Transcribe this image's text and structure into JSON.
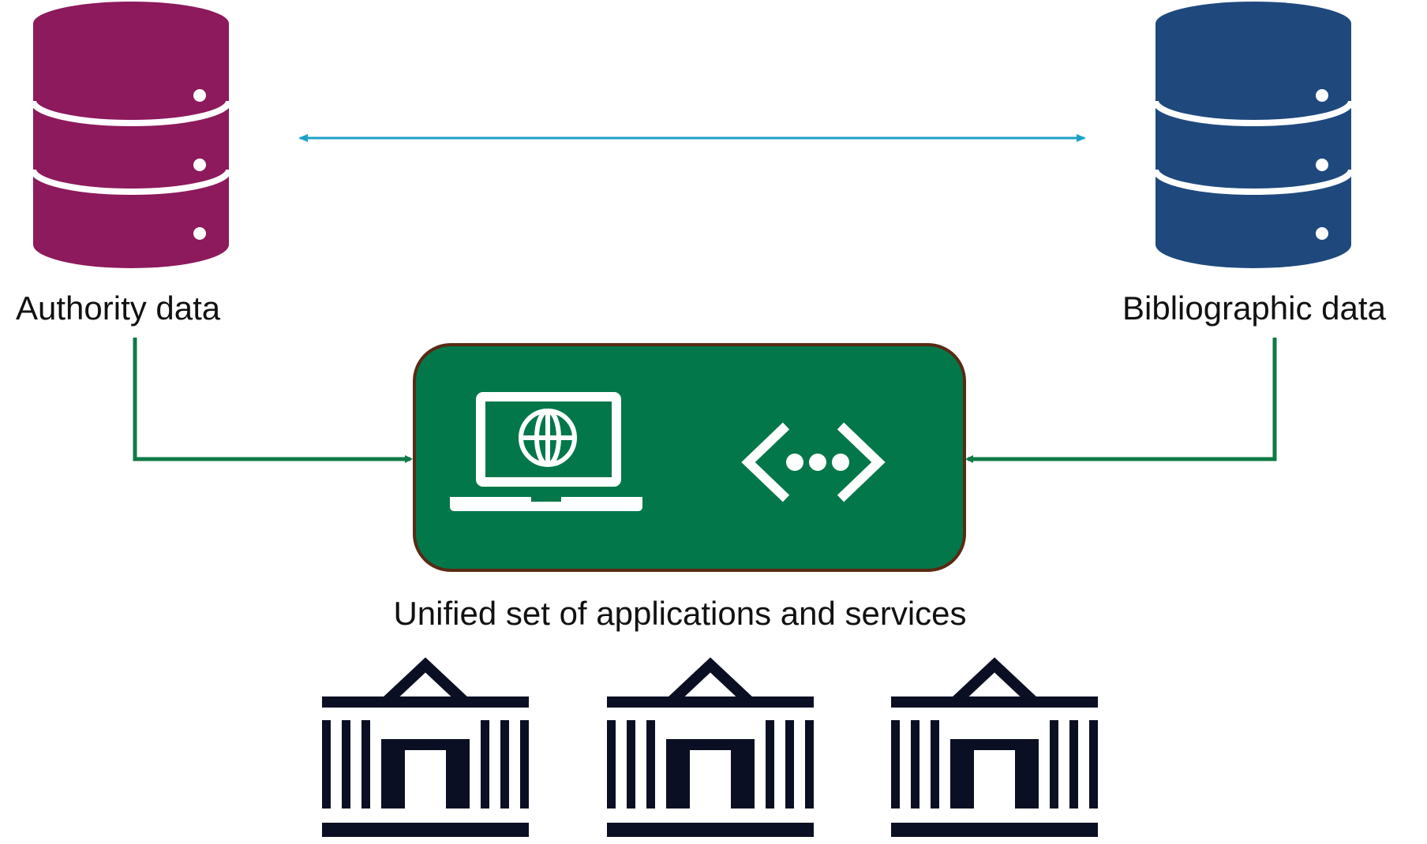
{
  "nodes": {
    "authority": {
      "label": "Authority data",
      "color": "#8c1a5c"
    },
    "bibliographic": {
      "label": "Bibliographic data",
      "color": "#1f497d"
    },
    "services": {
      "label": "Unified set of applications and services",
      "fill": "#02774a",
      "border": "#5a2a14"
    }
  },
  "edges": [
    {
      "from": "authority",
      "to": "bibliographic",
      "direction": "both",
      "color": "#1ba0c8"
    },
    {
      "from": "authority",
      "to": "services",
      "direction": "forward",
      "color": "#0f7a45"
    },
    {
      "from": "bibliographic",
      "to": "services",
      "direction": "forward",
      "color": "#0f7a45"
    }
  ],
  "icons": {
    "database": "database-icon",
    "laptop": "laptop-globe-icon",
    "connection": "connection-dots-icon",
    "institution": "library-building-icon",
    "institution_color": "#0b0f24"
  }
}
